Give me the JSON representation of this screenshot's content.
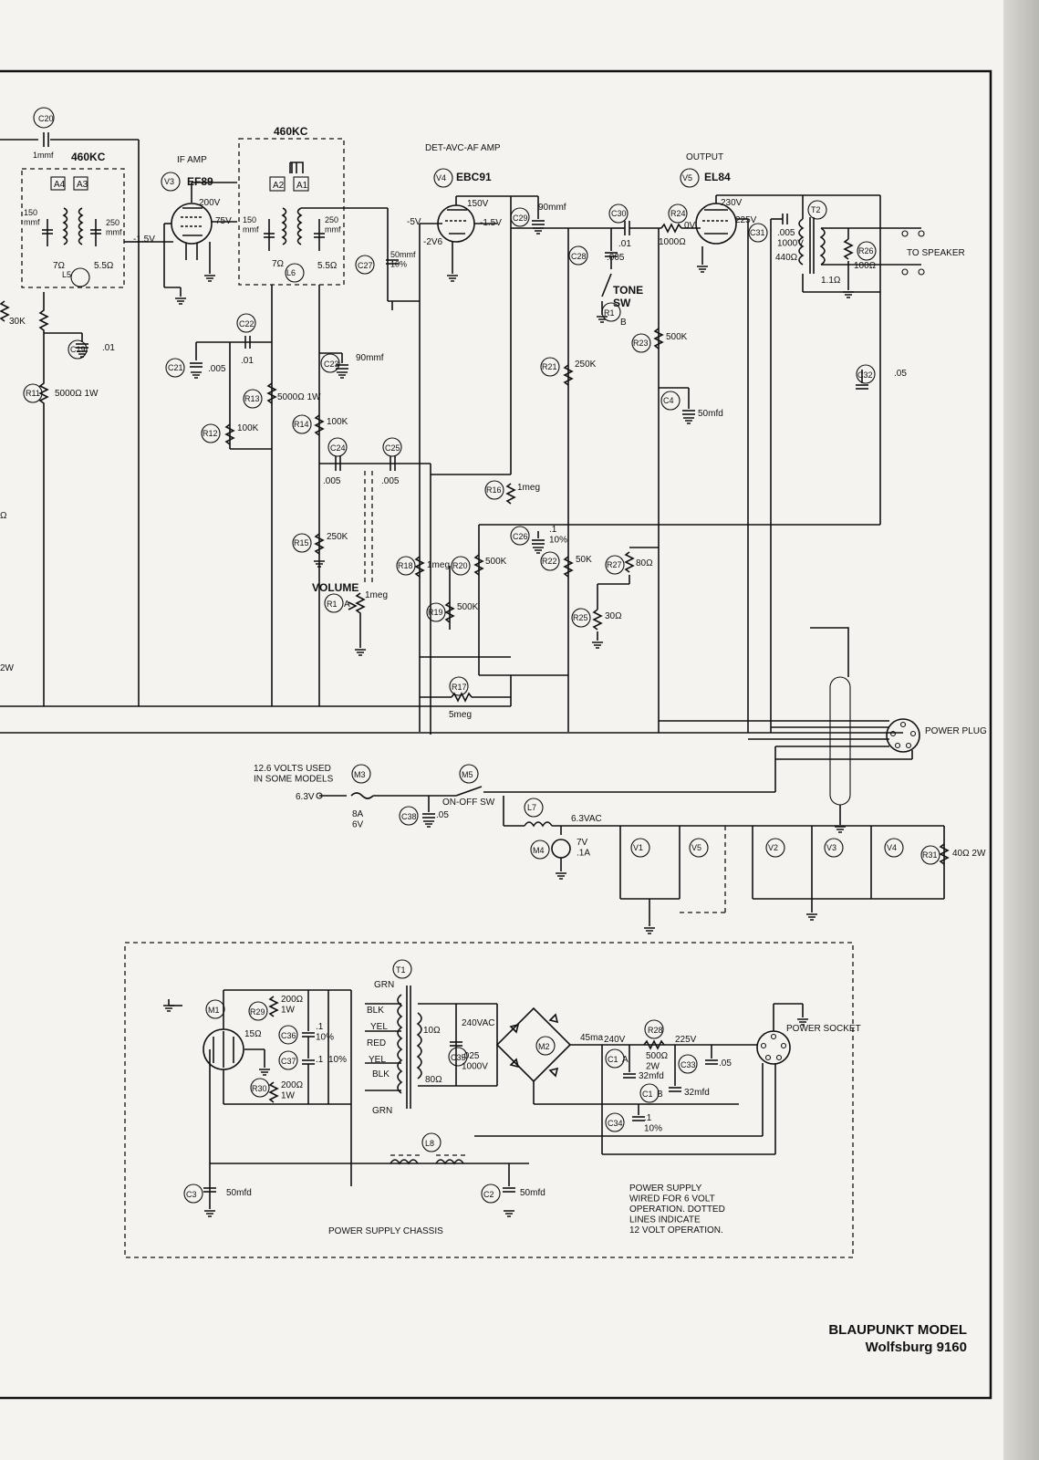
{
  "title": {
    "line1": "BLAUPUNKT MODEL",
    "line2": "Wolfsburg 9160"
  },
  "stages": {
    "if_amp": "IF AMP",
    "det_amp": "DET-AVC-AF AMP",
    "output": "OUTPUT"
  },
  "tubes": {
    "v3": {
      "ref": "V3",
      "type": "EF89"
    },
    "v4": {
      "ref": "V4",
      "type": "EBC91"
    },
    "v5": {
      "ref": "V5",
      "type": "EL84"
    }
  },
  "if_transformers": {
    "freq": "460KC",
    "l5": {
      "ref": "L5",
      "a": "A4",
      "b": "A3",
      "c1": "150\nmmf",
      "c2": "250\nmmf",
      "r1": "7Ω",
      "r2": "5.5Ω"
    },
    "l6": {
      "ref": "L6",
      "a": "A2",
      "b": "A1",
      "c1": "150\nmmf",
      "c2": "250\nmmf",
      "r1": "7Ω",
      "r2": "5.5Ω"
    }
  },
  "voltages": {
    "v3_plate": "200V",
    "v3_screen": "75V",
    "v3_grid": "-1.5V",
    "v4_plate": "150V",
    "v4_a": "-5V",
    "v4_b": "-1.5V",
    "v4_c": "-2V6",
    "v5_plate": "230V",
    "v5_screen": "225V",
    "v5_grid": "0V"
  },
  "components": {
    "c20": {
      "ref": "C20",
      "value": "1mmf"
    },
    "c19": {
      "ref": "C19",
      "value": ".01"
    },
    "c21": {
      "ref": "C21",
      "value": ".005"
    },
    "c22": {
      "ref": "C22",
      "value": ".01"
    },
    "c23": {
      "ref": "C23",
      "value": "90mmf"
    },
    "c24": {
      "ref": "C24",
      "value": ".005"
    },
    "c25": {
      "ref": "C25",
      "value": ".005"
    },
    "c26": {
      "ref": "C26",
      "value": ".1\n10%"
    },
    "c27": {
      "ref": "C27",
      "value": "50mmf\n10%"
    },
    "c28": {
      "ref": "C28",
      "value": ".005"
    },
    "c29": {
      "ref": "C29",
      "value": "90mmf"
    },
    "c30": {
      "ref": "C30",
      "value": ".01"
    },
    "c31": {
      "ref": "C31",
      "value": ".005\n1000V"
    },
    "c32": {
      "ref": "C32",
      "value": ".05"
    },
    "c4": {
      "ref": "C4",
      "value": "50mfd"
    },
    "r11": {
      "ref": "R11",
      "value": "5000Ω 1W"
    },
    "r12": {
      "ref": "R12",
      "value": "100K"
    },
    "r13": {
      "ref": "R13",
      "value": "5000Ω 1W"
    },
    "r14": {
      "ref": "R14",
      "value": "100K"
    },
    "r15": {
      "ref": "R15",
      "value": "250K"
    },
    "r16": {
      "ref": "R16",
      "value": "1meg"
    },
    "r17": {
      "ref": "R17",
      "value": "5meg"
    },
    "r18": {
      "ref": "R18",
      "value": "1meg"
    },
    "r19": {
      "ref": "R19",
      "value": "500K"
    },
    "r20": {
      "ref": "R20",
      "value": "500K"
    },
    "r21": {
      "ref": "R21",
      "value": "250K"
    },
    "r22": {
      "ref": "R22",
      "value": "50K"
    },
    "r23": {
      "ref": "R23",
      "value": "500K"
    },
    "r24": {
      "ref": "R24",
      "value": "1000Ω"
    },
    "r25": {
      "ref": "R25",
      "value": "30Ω"
    },
    "r26": {
      "ref": "R26",
      "value": "100Ω"
    },
    "r27": {
      "ref": "R27",
      "value": "80Ω"
    },
    "r1a": {
      "ref": "R1",
      "suffix": "A",
      "value": "1meg",
      "name": "VOLUME"
    },
    "r1b": {
      "ref": "R1",
      "suffix": "B",
      "name": "TONE\nSW"
    },
    "t2": {
      "ref": "T2",
      "primary": "440Ω",
      "secondary": "1.1Ω"
    },
    "left_r": "30K",
    "left_r2": "Ω",
    "left_w": "2W"
  },
  "labels": {
    "to_speaker": "TO SPEAKER",
    "power_plug": "POWER PLUG",
    "power_socket": "POWER SOCKET",
    "power_supply_chassis": "POWER SUPPLY CHASSIS",
    "power_note": "POWER SUPPLY\nWIRED FOR 6 VOLT\nOPERATION. DOTTED\nLINES INDICATE\n12 VOLT OPERATION.",
    "volts_note": "12.6 VOLTS USED\nIN SOME MODELS",
    "supply_voltage": "6.3V",
    "heater_voltage": "6.3VAC",
    "on_off": "ON-OFF SW"
  },
  "heater": {
    "m3": {
      "ref": "M3",
      "value": "8A\n6V"
    },
    "m5": {
      "ref": "M5"
    },
    "c38": {
      "ref": "C38",
      "value": ".05"
    },
    "l7": {
      "ref": "L7"
    },
    "m4": {
      "ref": "M4",
      "value": "7V\n.1A"
    },
    "r31": {
      "ref": "R31",
      "value": "40Ω 2W"
    },
    "tubes": [
      "V1",
      "V5",
      "V2",
      "V3",
      "V4"
    ]
  },
  "power_supply": {
    "m1": "M1",
    "m2": "M2",
    "t1": "T1",
    "l8": "L8",
    "r29": {
      "ref": "R29",
      "value": "200Ω\n1W"
    },
    "r30": {
      "ref": "R30",
      "value": "200Ω\n1W"
    },
    "r28": {
      "ref": "R28",
      "value": "500Ω\n2W"
    },
    "c36": {
      "ref": "C36",
      "value": ".1\n10%"
    },
    "c37": {
      "ref": "C37",
      "value": ".1"
    },
    "c35": {
      "ref": "C35",
      "value": ".025\n1000V"
    },
    "c1a": {
      "ref": "C1",
      "suffix": "A",
      "value": "32mfd"
    },
    "c1b": {
      "ref": "C1",
      "suffix": "B",
      "value": "32mfd"
    },
    "c33": {
      "ref": "C33",
      "value": ".05"
    },
    "c34": {
      "ref": "C34",
      "value": ".1\n10%"
    },
    "c3": {
      "ref": "C3",
      "value": "50mfd"
    },
    "c2": {
      "ref": "C2",
      "value": "50mfd"
    },
    "r_15": "15Ω",
    "r_10": "10Ω",
    "r_80": "80Ω",
    "pct": "10%",
    "v240ac": "240VAC",
    "ma": "45ma",
    "v240": "240V",
    "v225": "225V",
    "wires": [
      "GRN",
      "BLK",
      "YEL",
      "RED",
      "YEL",
      "BLK",
      "GRN"
    ]
  }
}
